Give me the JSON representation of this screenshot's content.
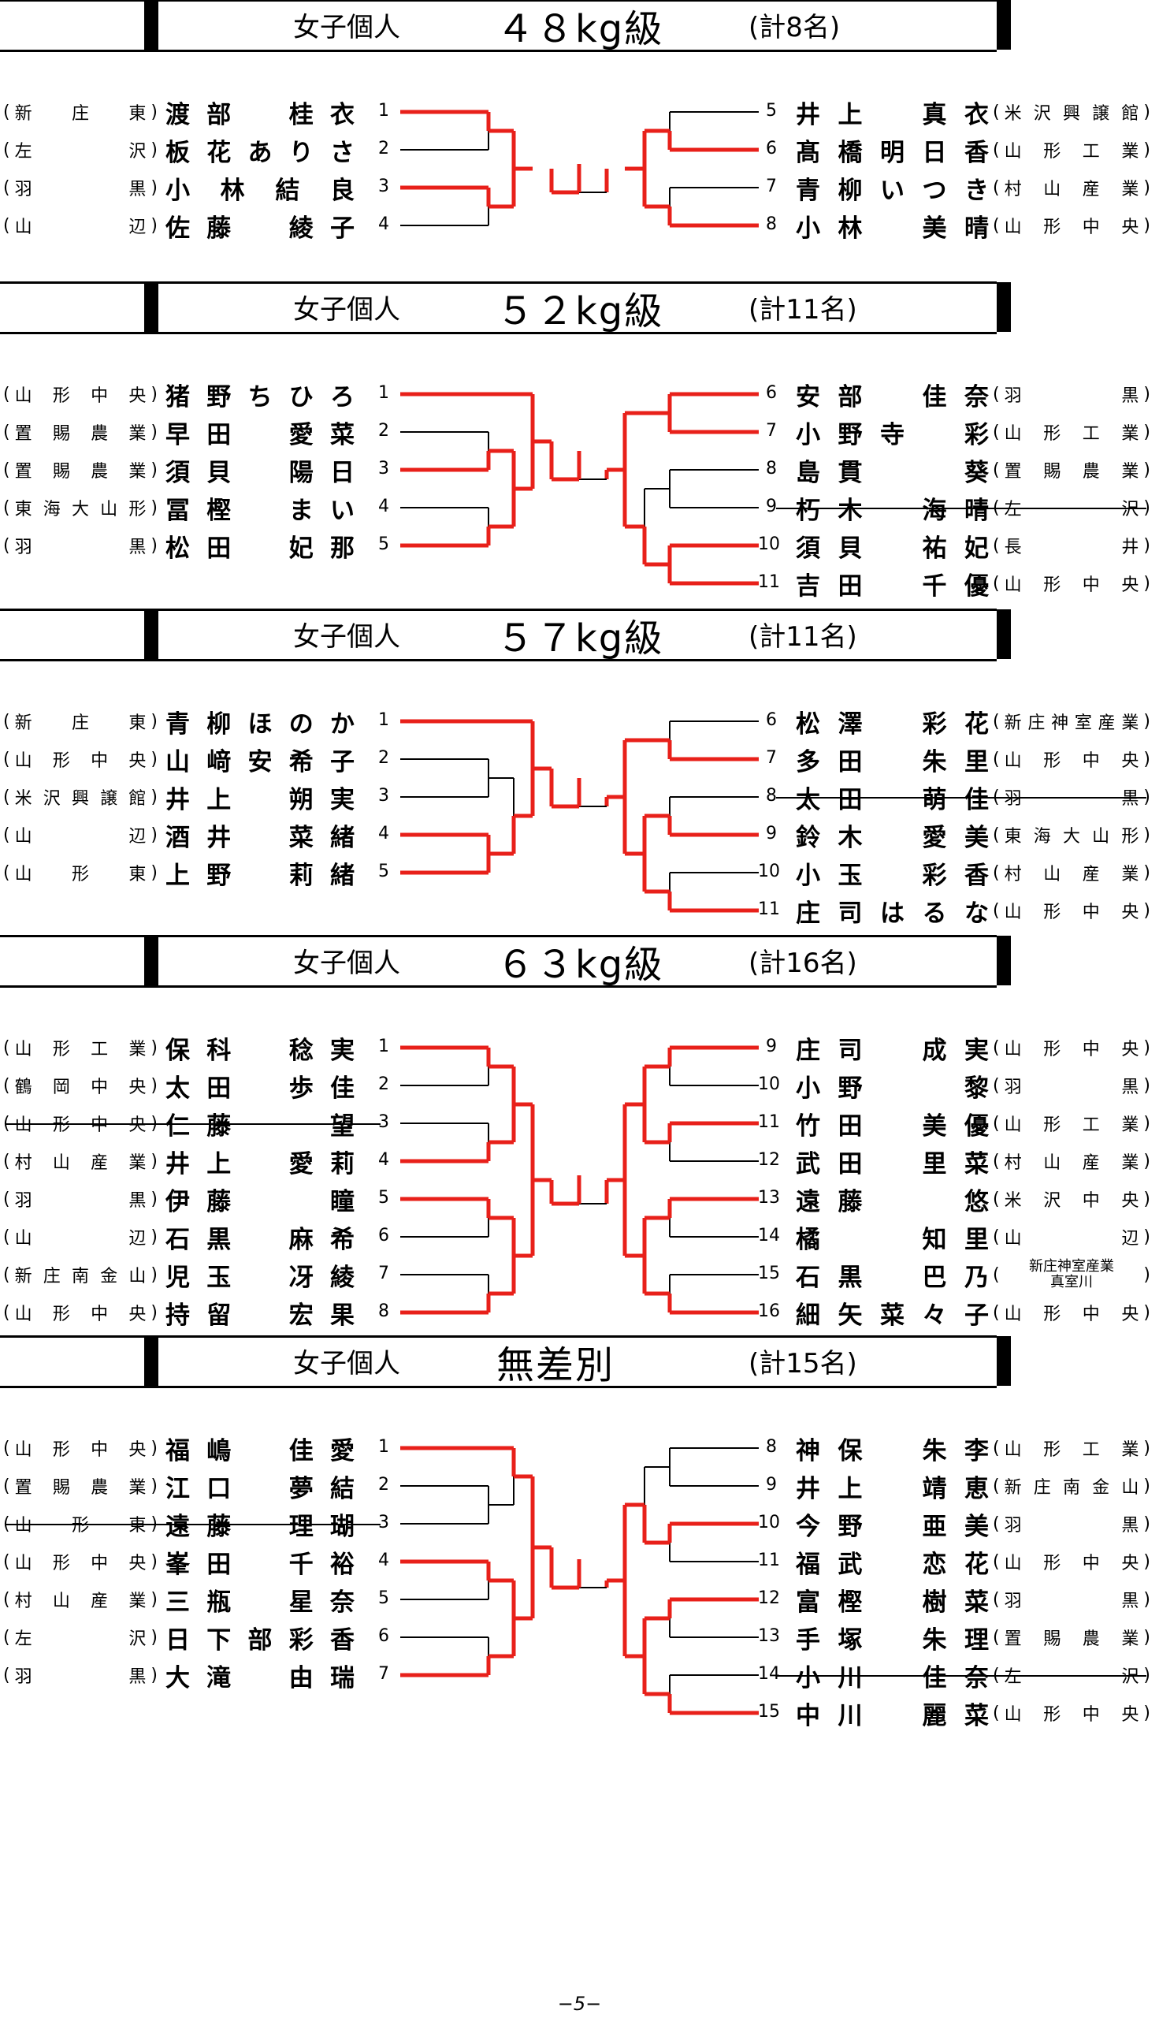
{
  "divisions": [
    {
      "label": "女子個人",
      "weight": "４８kg級",
      "count": "(計8名)",
      "left": [
        {
          "no": "1",
          "name": "渡部桂衣",
          "nameSpaced": [
            "渡",
            "部",
            "",
            "桂",
            "衣"
          ],
          "school": "新庄東",
          "win": true
        },
        {
          "no": "2",
          "name": "板花ありさ",
          "nameSpaced": [
            "板",
            "花",
            "あ",
            "り",
            "さ"
          ],
          "school": "左沢",
          "win": false
        },
        {
          "no": "3",
          "name": "小林結良",
          "nameSpaced": [
            "小",
            "林",
            "結",
            "良"
          ],
          "school": "羽黒",
          "win": true
        },
        {
          "no": "4",
          "name": "佐藤綾子",
          "nameSpaced": [
            "佐",
            "藤",
            "",
            "綾",
            "子"
          ],
          "school": "山辺",
          "win": false
        }
      ],
      "right": [
        {
          "no": "5",
          "name": "井上真衣",
          "nameSpaced": [
            "井",
            "上",
            "",
            "真",
            "衣"
          ],
          "school": "米沢興譲館",
          "win": false
        },
        {
          "no": "6",
          "name": "髙橋明日香",
          "nameSpaced": [
            "髙",
            "橋",
            "明",
            "日",
            "香"
          ],
          "school": "山形工業",
          "win": true
        },
        {
          "no": "7",
          "name": "青柳いつき",
          "nameSpaced": [
            "青",
            "柳",
            "い",
            "つ",
            "き"
          ],
          "school": "村山産業",
          "win": false
        },
        {
          "no": "8",
          "name": "小林美晴",
          "nameSpaced": [
            "小",
            "林",
            "",
            "美",
            "晴"
          ],
          "school": "山形中央",
          "win": true
        }
      ]
    },
    {
      "label": "女子個人",
      "weight": "５２kg級",
      "count": "(計11名)",
      "left": [
        {
          "no": "1",
          "nameSpaced": [
            "猪",
            "野",
            "ち",
            "ひ",
            "ろ"
          ],
          "school": "山形中央",
          "win": true
        },
        {
          "no": "2",
          "nameSpaced": [
            "早",
            "田",
            "",
            "愛",
            "菜"
          ],
          "school": "置賜農業",
          "win": false
        },
        {
          "no": "3",
          "nameSpaced": [
            "須",
            "貝",
            "",
            "陽",
            "日"
          ],
          "school": "置賜農業",
          "win": true
        },
        {
          "no": "4",
          "nameSpaced": [
            "冨",
            "樫",
            "",
            "ま",
            "い"
          ],
          "school": "東海大山形",
          "win": false
        },
        {
          "no": "5",
          "nameSpaced": [
            "松",
            "田",
            "",
            "妃",
            "那"
          ],
          "school": "羽黒",
          "win": true
        }
      ],
      "right": [
        {
          "no": "6",
          "nameSpaced": [
            "安",
            "部",
            "",
            "佳",
            "奈"
          ],
          "school": "羽黒",
          "win": true
        },
        {
          "no": "7",
          "nameSpaced": [
            "小",
            "野",
            "寺",
            "",
            "彩"
          ],
          "school": "山形工業",
          "win": true
        },
        {
          "no": "8",
          "nameSpaced": [
            "島",
            "貫",
            "",
            "",
            "葵"
          ],
          "school": "置賜農業",
          "win": false
        },
        {
          "no": "9",
          "nameSpaced": [
            "朽",
            "木",
            "",
            "海",
            "晴"
          ],
          "school": "左沢",
          "win": false,
          "withdrawn": true
        },
        {
          "no": "10",
          "nameSpaced": [
            "須",
            "貝",
            "",
            "祐",
            "妃"
          ],
          "school": "長井",
          "win": true
        },
        {
          "no": "11",
          "nameSpaced": [
            "吉",
            "田",
            "",
            "千",
            "優"
          ],
          "school": "山形中央",
          "win": true
        }
      ]
    },
    {
      "label": "女子個人",
      "weight": "５７kg級",
      "count": "(計11名)",
      "left": [
        {
          "no": "1",
          "nameSpaced": [
            "青",
            "柳",
            "ほ",
            "の",
            "か"
          ],
          "school": "新庄東",
          "win": true
        },
        {
          "no": "2",
          "nameSpaced": [
            "山",
            "﨑",
            "安",
            "希",
            "子"
          ],
          "school": "山形中央",
          "win": false
        },
        {
          "no": "3",
          "nameSpaced": [
            "井",
            "上",
            "",
            "朔",
            "実"
          ],
          "school": "米沢興譲館",
          "win": false
        },
        {
          "no": "4",
          "nameSpaced": [
            "酒",
            "井",
            "",
            "菜",
            "緒"
          ],
          "school": "山辺",
          "win": true
        },
        {
          "no": "5",
          "nameSpaced": [
            "上",
            "野",
            "",
            "莉",
            "緒"
          ],
          "school": "山形東",
          "win": true
        }
      ],
      "right": [
        {
          "no": "6",
          "nameSpaced": [
            "松",
            "澤",
            "",
            "彩",
            "花"
          ],
          "school": "新庄神室産業",
          "win": false
        },
        {
          "no": "7",
          "nameSpaced": [
            "多",
            "田",
            "",
            "朱",
            "里"
          ],
          "school": "山形中央",
          "win": true
        },
        {
          "no": "8",
          "nameSpaced": [
            "太",
            "田",
            "",
            "萌",
            "佳"
          ],
          "school": "羽黒",
          "win": false,
          "withdrawn": true
        },
        {
          "no": "9",
          "nameSpaced": [
            "鈴",
            "木",
            "",
            "愛",
            "美"
          ],
          "school": "東海大山形",
          "win": true
        },
        {
          "no": "10",
          "nameSpaced": [
            "小",
            "玉",
            "",
            "彩",
            "香"
          ],
          "school": "村山産業",
          "win": false
        },
        {
          "no": "11",
          "nameSpaced": [
            "庄",
            "司",
            "は",
            "る",
            "な"
          ],
          "school": "山形中央",
          "win": true
        }
      ]
    },
    {
      "label": "女子個人",
      "weight": "６３kg級",
      "count": "(計16名)",
      "left": [
        {
          "no": "1",
          "nameSpaced": [
            "保",
            "科",
            "",
            "稔",
            "実"
          ],
          "school": "山形工業",
          "win": true
        },
        {
          "no": "2",
          "nameSpaced": [
            "太",
            "田",
            "",
            "歩",
            "佳"
          ],
          "school": "鶴岡中央",
          "win": false
        },
        {
          "no": "3",
          "nameSpaced": [
            "仁",
            "藤",
            "",
            "",
            "望"
          ],
          "school": "山形中央",
          "win": false,
          "withdrawn": true
        },
        {
          "no": "4",
          "nameSpaced": [
            "井",
            "上",
            "",
            "愛",
            "莉"
          ],
          "school": "村山産業",
          "win": true
        },
        {
          "no": "5",
          "nameSpaced": [
            "伊",
            "藤",
            "",
            "",
            "瞳"
          ],
          "school": "羽黒",
          "win": true
        },
        {
          "no": "6",
          "nameSpaced": [
            "石",
            "黒",
            "",
            "麻",
            "希"
          ],
          "school": "山辺",
          "win": false
        },
        {
          "no": "7",
          "nameSpaced": [
            "児",
            "玉",
            "",
            "冴",
            "綾"
          ],
          "school": "新庄南金山",
          "win": false
        },
        {
          "no": "8",
          "nameSpaced": [
            "持",
            "留",
            "",
            "宏",
            "果"
          ],
          "school": "山形中央",
          "win": true
        }
      ],
      "right": [
        {
          "no": "9",
          "nameSpaced": [
            "庄",
            "司",
            "",
            "成",
            "実"
          ],
          "school": "山形中央",
          "win": true
        },
        {
          "no": "10",
          "nameSpaced": [
            "小",
            "野",
            "",
            "",
            "黎"
          ],
          "school": "羽黒",
          "win": false
        },
        {
          "no": "11",
          "nameSpaced": [
            "竹",
            "田",
            "",
            "美",
            "優"
          ],
          "school": "山形工業",
          "win": true
        },
        {
          "no": "12",
          "nameSpaced": [
            "武",
            "田",
            "",
            "里",
            "菜"
          ],
          "school": "村山産業",
          "win": false
        },
        {
          "no": "13",
          "nameSpaced": [
            "遠",
            "藤",
            "",
            "",
            "悠"
          ],
          "school": "米沢中央",
          "win": true
        },
        {
          "no": "14",
          "nameSpaced": [
            "橘",
            "",
            "",
            "知",
            "里"
          ],
          "school": "山辺",
          "win": false
        },
        {
          "no": "15",
          "nameSpaced": [
            "石",
            "黒",
            "",
            "巴",
            "乃"
          ],
          "school": "新庄神室産業 真室川",
          "school2": true,
          "win": false
        },
        {
          "no": "16",
          "nameSpaced": [
            "細",
            "矢",
            "菜",
            "々",
            "子"
          ],
          "school": "山形中央",
          "win": true
        }
      ]
    },
    {
      "label": "女子個人",
      "weight": "無差別",
      "count": "(計15名)",
      "left": [
        {
          "no": "1",
          "nameSpaced": [
            "福",
            "嶋",
            "",
            "佳",
            "愛"
          ],
          "school": "山形中央",
          "win": true
        },
        {
          "no": "2",
          "nameSpaced": [
            "江",
            "口",
            "",
            "夢",
            "結"
          ],
          "school": "置賜農業",
          "win": false
        },
        {
          "no": "3",
          "nameSpaced": [
            "遠",
            "藤",
            "",
            "理",
            "瑚"
          ],
          "school": "山形東",
          "win": false,
          "withdrawn": true
        },
        {
          "no": "4",
          "nameSpaced": [
            "峯",
            "田",
            "",
            "千",
            "裕"
          ],
          "school": "山形中央",
          "win": true
        },
        {
          "no": "5",
          "nameSpaced": [
            "三",
            "瓶",
            "",
            "星",
            "奈"
          ],
          "school": "村山産業",
          "win": false
        },
        {
          "no": "6",
          "nameSpaced": [
            "日",
            "下",
            "部",
            "彩",
            "香"
          ],
          "school": "左沢",
          "win": false
        },
        {
          "no": "7",
          "nameSpaced": [
            "大",
            "滝",
            "",
            "由",
            "瑞"
          ],
          "school": "羽黒",
          "win": true
        }
      ],
      "right": [
        {
          "no": "8",
          "nameSpaced": [
            "神",
            "保",
            "",
            "朱",
            "李"
          ],
          "school": "山形工業",
          "win": false
        },
        {
          "no": "9",
          "nameSpaced": [
            "井",
            "上",
            "",
            "靖",
            "恵"
          ],
          "school": "新庄南金山",
          "win": false
        },
        {
          "no": "10",
          "nameSpaced": [
            "今",
            "野",
            "",
            "亜",
            "美"
          ],
          "school": "羽黒",
          "win": true
        },
        {
          "no": "11",
          "nameSpaced": [
            "福",
            "武",
            "",
            "恋",
            "花"
          ],
          "school": "山形中央",
          "win": false
        },
        {
          "no": "12",
          "nameSpaced": [
            "富",
            "樫",
            "",
            "樹",
            "菜"
          ],
          "school": "羽黒",
          "win": true
        },
        {
          "no": "13",
          "nameSpaced": [
            "手",
            "塚",
            "",
            "朱",
            "理"
          ],
          "school": "置賜農業",
          "win": false
        },
        {
          "no": "14",
          "nameSpaced": [
            "小",
            "川",
            "",
            "佳",
            "奈"
          ],
          "school": "左沢",
          "win": false,
          "withdrawn": true
        },
        {
          "no": "15",
          "nameSpaced": [
            "中",
            "川",
            "",
            "麗",
            "菜"
          ],
          "school": "山形中央",
          "win": true
        }
      ]
    }
  ],
  "footer": "−5−",
  "colors": {
    "win": "#e8201a",
    "line": "#000000"
  }
}
